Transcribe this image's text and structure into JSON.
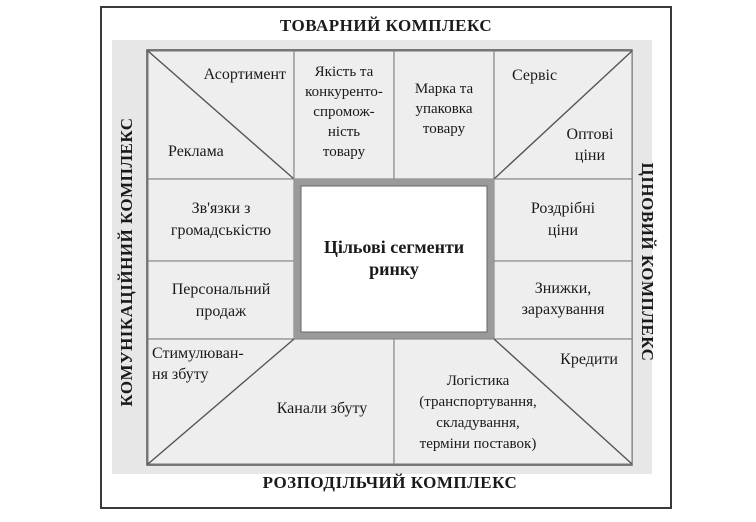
{
  "titles": {
    "top": "ТОВАРНИЙ КОМПЛЕКС",
    "bottom": "РОЗПОДІЛЬЧИЙ КОМПЛЕКС",
    "left": "КОМУНІКАЦІЙНИЙ КОМПЛЕКС",
    "right": "ЦІНОВИЙ КОМПЛЕКС"
  },
  "center": {
    "line1": "Цільові сегменти",
    "line2": "ринку"
  },
  "cells": {
    "assortment": "Асортимент",
    "advertising": "Реклама",
    "quality": [
      "Якість та",
      "конкуренто-",
      "спромож-",
      "ність",
      "товару"
    ],
    "brand": [
      "Марка та",
      "упаковка",
      "товару"
    ],
    "service": "Сервіс",
    "wholesale": [
      "Оптові",
      "ціни"
    ],
    "pr": [
      "Зв'язки з",
      "громадськістю"
    ],
    "retail": [
      "Роздрібні",
      "ціни"
    ],
    "personal": [
      "Персональний",
      "продаж"
    ],
    "discounts": [
      "Знижки,",
      "зарахування"
    ],
    "promotion": [
      "Стимулюван-",
      "ня збуту"
    ],
    "channels": "Канали збуту",
    "credits": "Кредити",
    "logistics": [
      "Логістика",
      "(транспортування,",
      "складування,",
      "терміни поставок)"
    ]
  }
}
